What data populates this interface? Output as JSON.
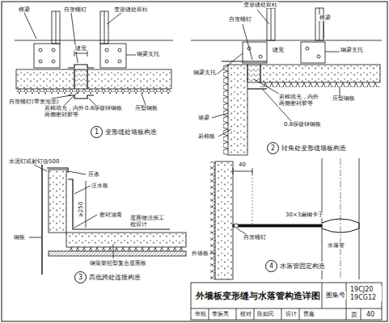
{
  "diagram": {
    "title": "外墙板变形缝与水落管构造详图",
    "nodes": [
      {
        "text": [
          "1",
          "变形缝处墙板构造"
        ]
      },
      {
        "text": [
          "2",
          "转角处变形缝墙板构造"
        ]
      },
      {
        "text": [
          "3",
          "高低跨处连接构造"
        ]
      },
      {
        "text": [
          "4",
          "水落管固定构造"
        ]
      }
    ],
    "labels": [
      "檩梁",
      "自攻螺钉",
      "变形缝处双柱",
      "缝宽",
      "钢梁支托",
      "自攻螺钉(带发泡垫)",
      "岩棉填充，内外两侧密封胶等",
      "0.8厚镀锌钢板",
      "压型钢板",
      "变形缝处双柱",
      "檩梁",
      "自攻螺钉",
      "钢梁支托",
      "缝宽",
      "钢梁支托",
      "墙梁",
      "岩棉板",
      "岩棉填充，内外两侧密封胶等",
      "0.8厚镀锌钢板",
      "压型钢板",
      "水泥钉或射钉@500",
      "压条",
      "泛水板",
      "密封油膏",
      "≥250",
      "屋面做法按工程设计",
      "钢板",
      "钢骨架轻型复合屋面板",
      "40",
      "30×3扁钢卡子",
      "自攻螺钉",
      "外墙板",
      "水落管",
      "图集号",
      "19CJ20 19CG12",
      "页",
      "40",
      "审核",
      "李振亮",
      "校对",
      "陈如民",
      "设计",
      "曹鑫"
    ]
  }
}
